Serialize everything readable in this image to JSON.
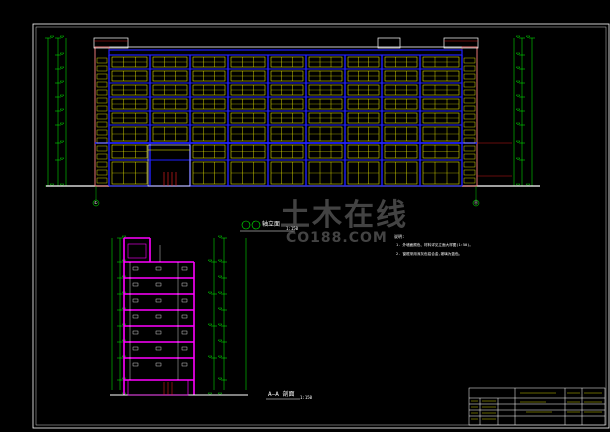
{
  "elevation": {
    "title_prefix": "①-⑪",
    "title": "轴立面",
    "scale": "1:150",
    "axis_left": "①",
    "axis_right": "⑪"
  },
  "section": {
    "title": "A—A 剖面",
    "scale": "1:150"
  },
  "notes": {
    "heading": "说明:",
    "line1": "1. 外墙面颜色、材料详见立面大样图(1:50)。",
    "line2": "2. 窗框采用深灰色铝合金,玻璃为蓝色。"
  },
  "watermark": {
    "cn": "土木在线",
    "en": "CO188.COM"
  },
  "colors": {
    "background": "#000000",
    "frame": "#ffffff",
    "window": "#ffff00",
    "structure": "#2020ff",
    "section": "#ff00ff",
    "dimension": "#00ff00",
    "accent": "#ff2020"
  }
}
